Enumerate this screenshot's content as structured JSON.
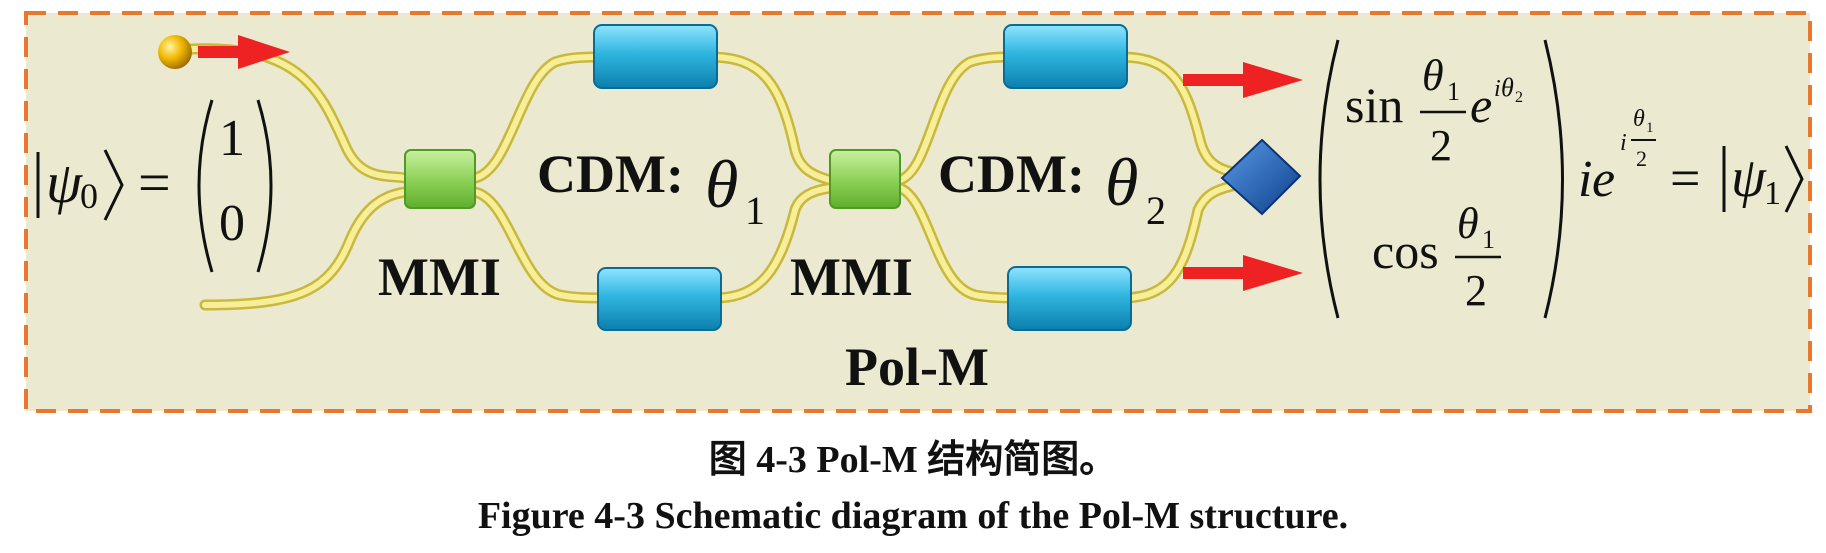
{
  "diagram": {
    "input_state": {
      "psi": "ψ",
      "sub": "0",
      "equals": "=",
      "top": "1",
      "bottom": "0"
    },
    "mmi_label": "MMI",
    "cdm_label_1": {
      "prefix": "CDM:",
      "theta": "θ",
      "sub": "1"
    },
    "cdm_label_2": {
      "prefix": "CDM:",
      "theta": "θ",
      "sub": "2"
    },
    "module_label": "Pol-M",
    "output_state": {
      "sin": "sin",
      "cos": "cos",
      "theta": "θ",
      "sub1": "1",
      "two": "2",
      "e": "e",
      "i": "i",
      "sub2": "2",
      "equals": "=",
      "psi": "ψ",
      "psi_sub": "1"
    },
    "colors": {
      "background": "#ebe9cf",
      "border": "#e8782e",
      "waveguide": "#f0e06a",
      "waveguide_edge": "#c9b83c",
      "mmi": "#8fd35a",
      "phase_shifter": "#2fb6e0",
      "output_diamond": "#1f5fb8",
      "arrow": "#ee2222",
      "source_ball": "#f2b800"
    }
  },
  "caption_cn": "图 4-3 Pol-M 结构简图。",
  "caption_en": "Figure 4-3 Schematic diagram of the Pol-M structure."
}
